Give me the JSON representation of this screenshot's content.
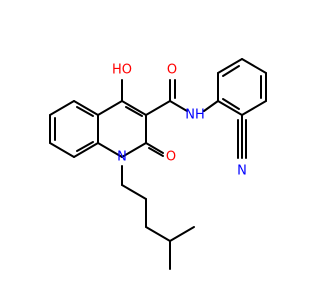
{
  "colors": {
    "bond": "#000000",
    "oxygen": "#ff0000",
    "nitrogen": "#0000ff",
    "background": "#ffffff"
  },
  "atoms": {
    "ho": "HO",
    "o_amide": "O",
    "nh": "NH",
    "n_nitrile": "N",
    "n_ring": "N",
    "o_ketone": "O"
  }
}
